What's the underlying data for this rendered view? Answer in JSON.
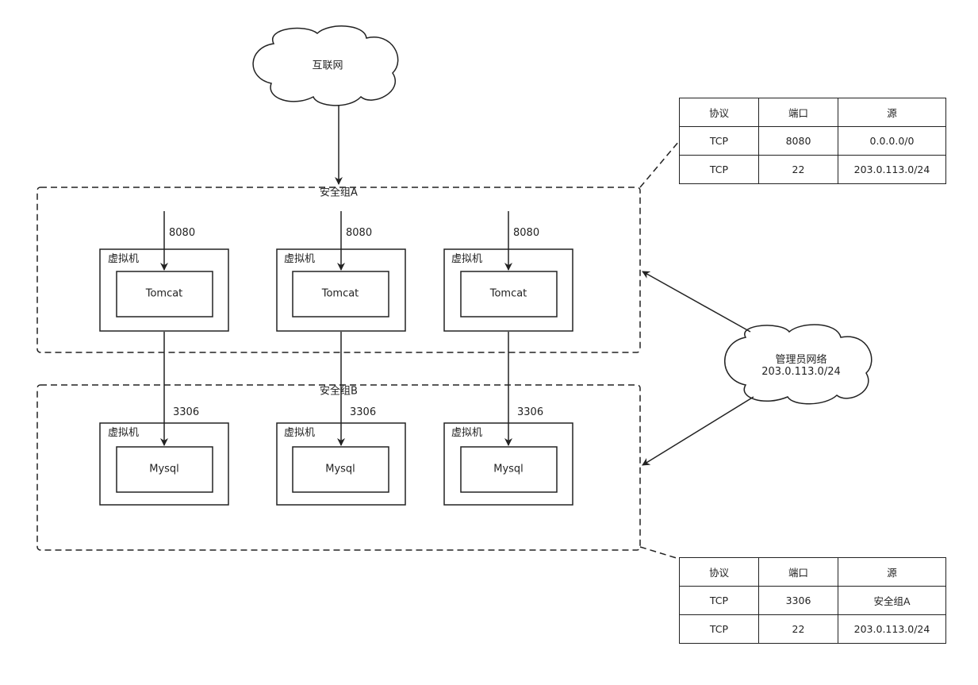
{
  "internet": {
    "label": "互联网"
  },
  "admin_network": {
    "name": "管理员网络",
    "cidr": "203.0.113.0/24"
  },
  "group_a": {
    "label": "安全组A",
    "vms": [
      {
        "vm_label": "虚拟机",
        "app": "Tomcat",
        "port": "8080"
      },
      {
        "vm_label": "虚拟机",
        "app": "Tomcat",
        "port": "8080"
      },
      {
        "vm_label": "虚拟机",
        "app": "Tomcat",
        "port": "8080"
      }
    ]
  },
  "group_b": {
    "label": "安全组B",
    "vms": [
      {
        "vm_label": "虚拟机",
        "app": "Mysql",
        "port": "3306"
      },
      {
        "vm_label": "虚拟机",
        "app": "Mysql",
        "port": "3306"
      },
      {
        "vm_label": "虚拟机",
        "app": "Mysql",
        "port": "3306"
      }
    ]
  },
  "rules_a": {
    "headers": [
      "协议",
      "端口",
      "源"
    ],
    "rows": [
      [
        "TCP",
        "8080",
        "0.0.0.0/0"
      ],
      [
        "TCP",
        "22",
        "203.0.113.0/24"
      ]
    ]
  },
  "rules_b": {
    "headers": [
      "协议",
      "端口",
      "源"
    ],
    "rows": [
      [
        "TCP",
        "3306",
        "安全组A"
      ],
      [
        "TCP",
        "22",
        "203.0.113.0/24"
      ]
    ]
  }
}
